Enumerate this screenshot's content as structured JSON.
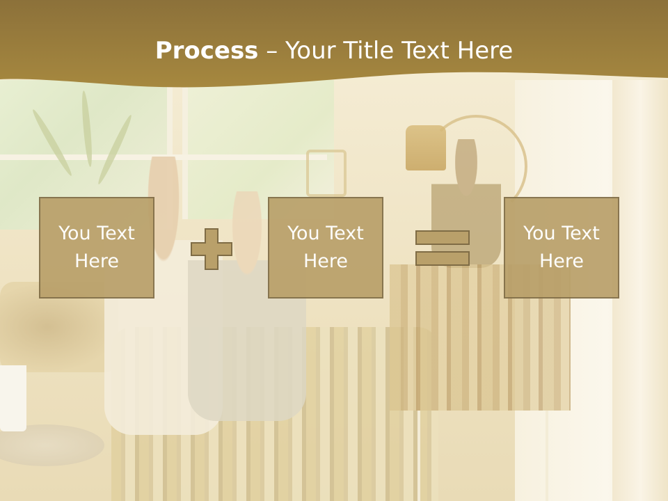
{
  "slide": {
    "title_bold": "Process",
    "title_rest": " – Your Title Text Here",
    "boxes": [
      {
        "text": "You Text\nHere"
      },
      {
        "text": "You Text\nHere"
      },
      {
        "text": "You Text\nHere"
      }
    ],
    "operators": [
      "plus-icon",
      "equals-icon"
    ]
  },
  "colors": {
    "header_band": "#9c8040",
    "box_fill": "#b9a06a",
    "box_border": "#7f6c45",
    "text": "#ffffff"
  }
}
